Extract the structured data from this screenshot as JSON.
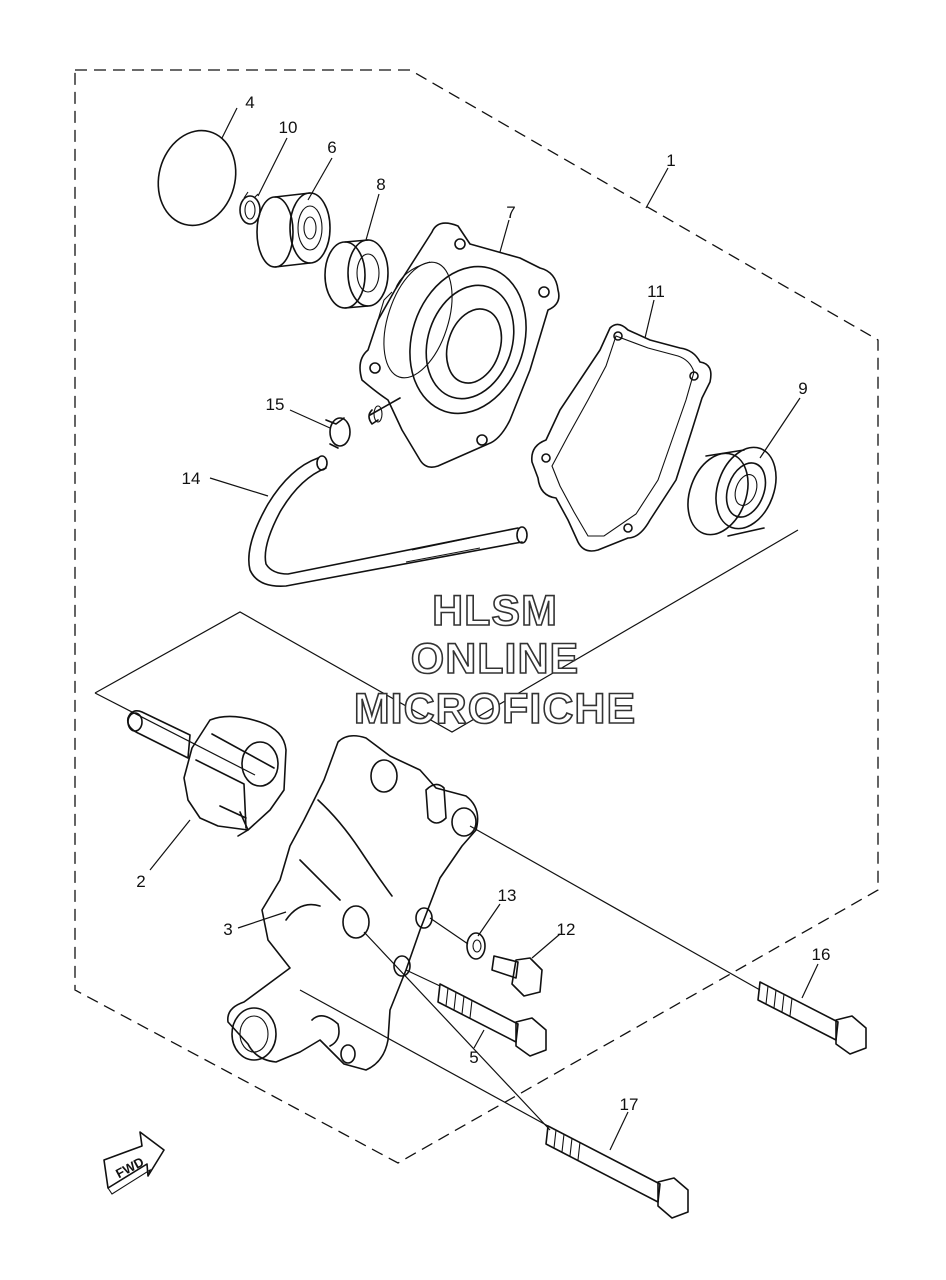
{
  "watermark": {
    "line1": "HLSM",
    "line2": "ONLINE",
    "line3": "MICROFICHE"
  },
  "fwd_label": "FWD",
  "callouts": [
    "1",
    "2",
    "3",
    "4",
    "5",
    "6",
    "7",
    "8",
    "9",
    "10",
    "11",
    "12",
    "13",
    "14",
    "15",
    "16",
    "17"
  ]
}
